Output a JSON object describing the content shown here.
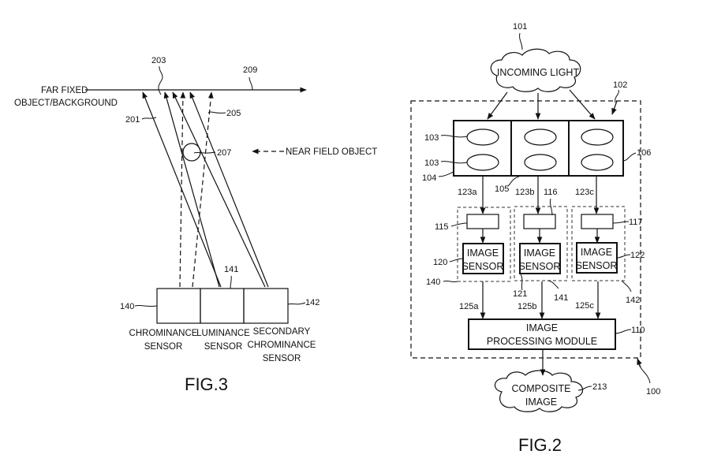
{
  "fig3": {
    "caption": "FIG.3",
    "far_object_line1": "FAR FIXED",
    "far_object_line2": "OBJECT/BACKGROUND",
    "near_field_label": "NEAR FIELD OBJECT",
    "refs": {
      "r201": "201",
      "r203": "203",
      "r205": "205",
      "r207": "207",
      "r209": "209",
      "r140": "140",
      "r141": "141",
      "r142": "142"
    },
    "sensors": [
      {
        "lines": [
          "CHROMINANCE",
          "SENSOR"
        ]
      },
      {
        "lines": [
          "LUMINANCE",
          "SENSOR"
        ]
      },
      {
        "lines": [
          "SECONDARY",
          "CHROMINANCE",
          "SENSOR"
        ]
      }
    ]
  },
  "fig2": {
    "caption": "FIG.2",
    "incoming_light": "INCOMING LIGHT",
    "composite_line1": "COMPOSITE",
    "composite_line2": "IMAGE",
    "image_sensor_line1": "IMAGE",
    "image_sensor_line2": "SENSOR",
    "processing_line1": "IMAGE",
    "processing_line2": "PROCESSING MODULE",
    "refs": {
      "r100": "100",
      "r101": "101",
      "r102": "102",
      "r103a": "103",
      "r103b": "103",
      "r104": "104",
      "r105": "105",
      "r106": "106",
      "r110": "110",
      "r115": "115",
      "r116": "116",
      "r117": "117",
      "r120": "120",
      "r121": "121",
      "r122": "122",
      "r123a": "123a",
      "r123b": "123b",
      "r123c": "123c",
      "r125a": "125a",
      "r125b": "125b",
      "r125c": "125c",
      "r140": "140",
      "r141": "141",
      "r142": "142",
      "r213": "213"
    }
  }
}
